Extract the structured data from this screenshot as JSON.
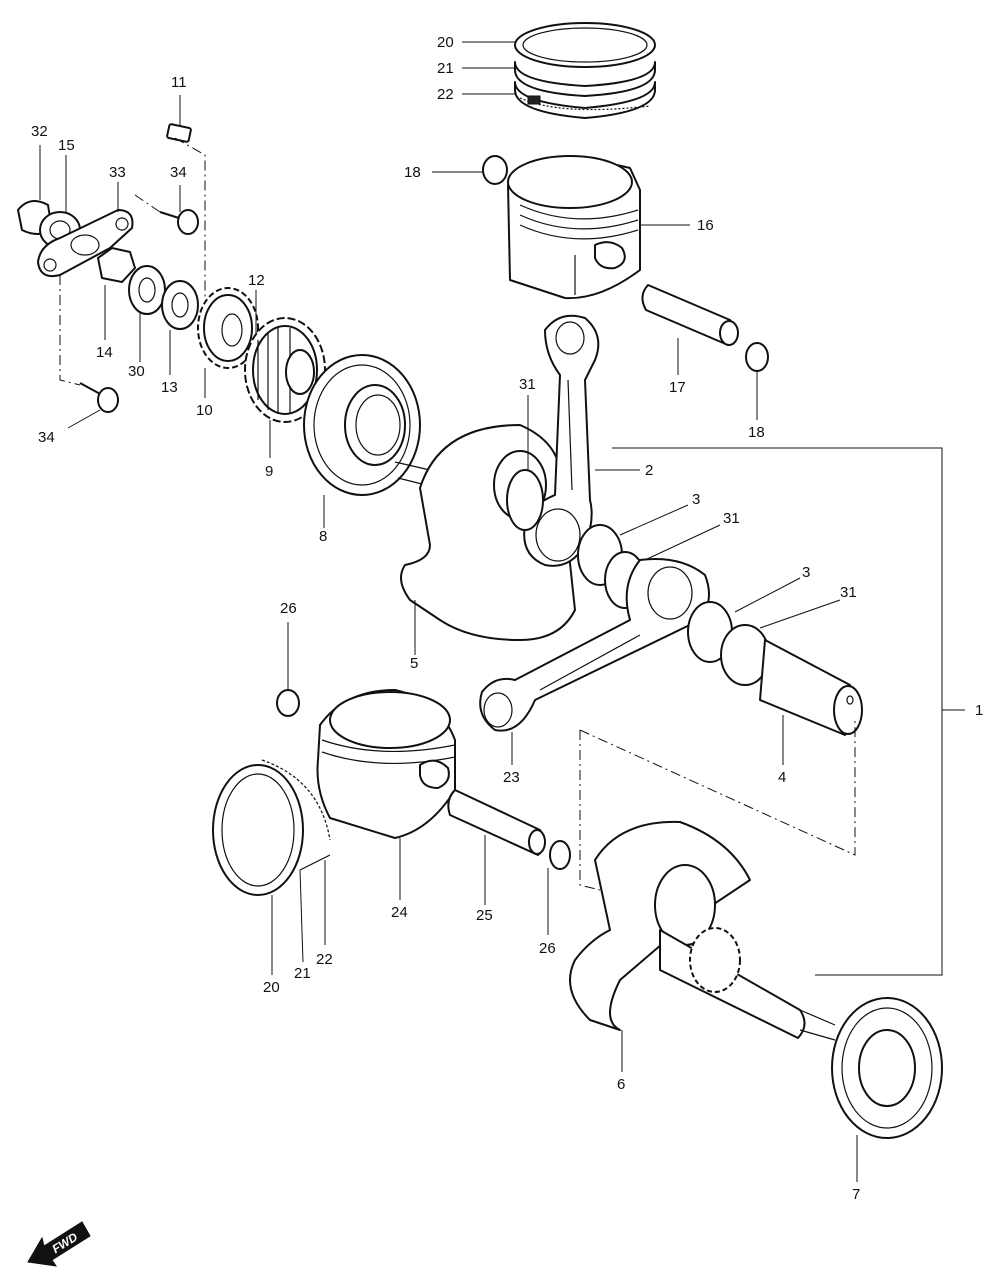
{
  "callouts": [
    {
      "id": "c20a",
      "text": "20"
    },
    {
      "id": "c21a",
      "text": "21"
    },
    {
      "id": "c22a",
      "text": "22"
    },
    {
      "id": "c18a",
      "text": "18"
    },
    {
      "id": "c16",
      "text": "16"
    },
    {
      "id": "c11",
      "text": "11"
    },
    {
      "id": "c32",
      "text": "32"
    },
    {
      "id": "c15",
      "text": "15"
    },
    {
      "id": "c33",
      "text": "33"
    },
    {
      "id": "c34a",
      "text": "34"
    },
    {
      "id": "c12",
      "text": "12"
    },
    {
      "id": "c14",
      "text": "14"
    },
    {
      "id": "c30",
      "text": "30"
    },
    {
      "id": "c13",
      "text": "13"
    },
    {
      "id": "c10",
      "text": "10"
    },
    {
      "id": "c34b",
      "text": "34"
    },
    {
      "id": "c9",
      "text": "9"
    },
    {
      "id": "c8",
      "text": "8"
    },
    {
      "id": "c17",
      "text": "17"
    },
    {
      "id": "c18b",
      "text": "18"
    },
    {
      "id": "c31a",
      "text": "31"
    },
    {
      "id": "c2",
      "text": "2"
    },
    {
      "id": "c3a",
      "text": "3"
    },
    {
      "id": "c31b",
      "text": "31"
    },
    {
      "id": "c3b",
      "text": "3"
    },
    {
      "id": "c31c",
      "text": "31"
    },
    {
      "id": "c1",
      "text": "1"
    },
    {
      "id": "c5",
      "text": "5"
    },
    {
      "id": "c26a",
      "text": "26"
    },
    {
      "id": "c23",
      "text": "23"
    },
    {
      "id": "c4",
      "text": "4"
    },
    {
      "id": "c24",
      "text": "24"
    },
    {
      "id": "c25",
      "text": "25"
    },
    {
      "id": "c26b",
      "text": "26"
    },
    {
      "id": "c20b",
      "text": "20"
    },
    {
      "id": "c21b",
      "text": "21"
    },
    {
      "id": "c22b",
      "text": "22"
    },
    {
      "id": "c6",
      "text": "6"
    },
    {
      "id": "c7",
      "text": "7"
    }
  ],
  "fwd_label": "FWD",
  "icons": {
    "fwd_arrow": "fwd-arrow-icon"
  }
}
